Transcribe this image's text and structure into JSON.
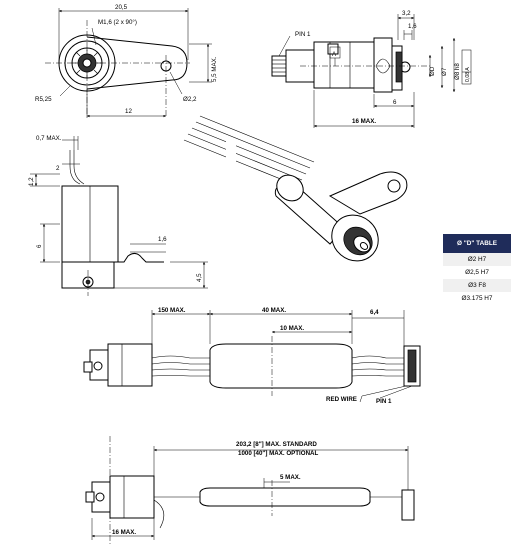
{
  "top_view": {
    "width_label": "20,5",
    "thread_label": "M1,6 (2 x 90°)",
    "radius_label": "R5,25",
    "hole_dia_label": "Ø2,2",
    "offset_label": "12",
    "height_label": "5,5 MAX."
  },
  "side_view": {
    "pin_label": "PIN 1",
    "datum_label": "A",
    "dim_3_2": "3,2",
    "dim_1_6": "1,6",
    "dim_d": "ØD",
    "dim_7": "Ø7",
    "dim_8": "Ø8 h8",
    "tolerance": "0,08 A",
    "dim_6": "6",
    "length_label": "16 MAX."
  },
  "end_view": {
    "dim_0_7": "0,7 MAX.",
    "dim_2": "2",
    "dim_1_2": "1,2",
    "dim_6": "6",
    "dim_1_6": "1,6",
    "dim_4_5": "4,5"
  },
  "d_table": {
    "title": "Ø \"D\" TABLE",
    "rows": [
      "Ø2 H7",
      "Ø2,5 H7",
      "Ø3 F8",
      "Ø3.175 H7"
    ]
  },
  "cable_view": {
    "dim_150": "150 MAX.",
    "dim_40": "40 MAX.",
    "dim_10": "10 MAX.",
    "dim_6_4": "6,4",
    "red_wire": "RED WIRE",
    "pin_label": "PIN 1"
  },
  "bottom_view": {
    "length_std": "203,2 [8\"] MAX. STANDARD",
    "length_opt": "1000 [40\"] MAX. OPTIONAL",
    "dim_5": "5 MAX.",
    "dim_16": "16 MAX."
  }
}
